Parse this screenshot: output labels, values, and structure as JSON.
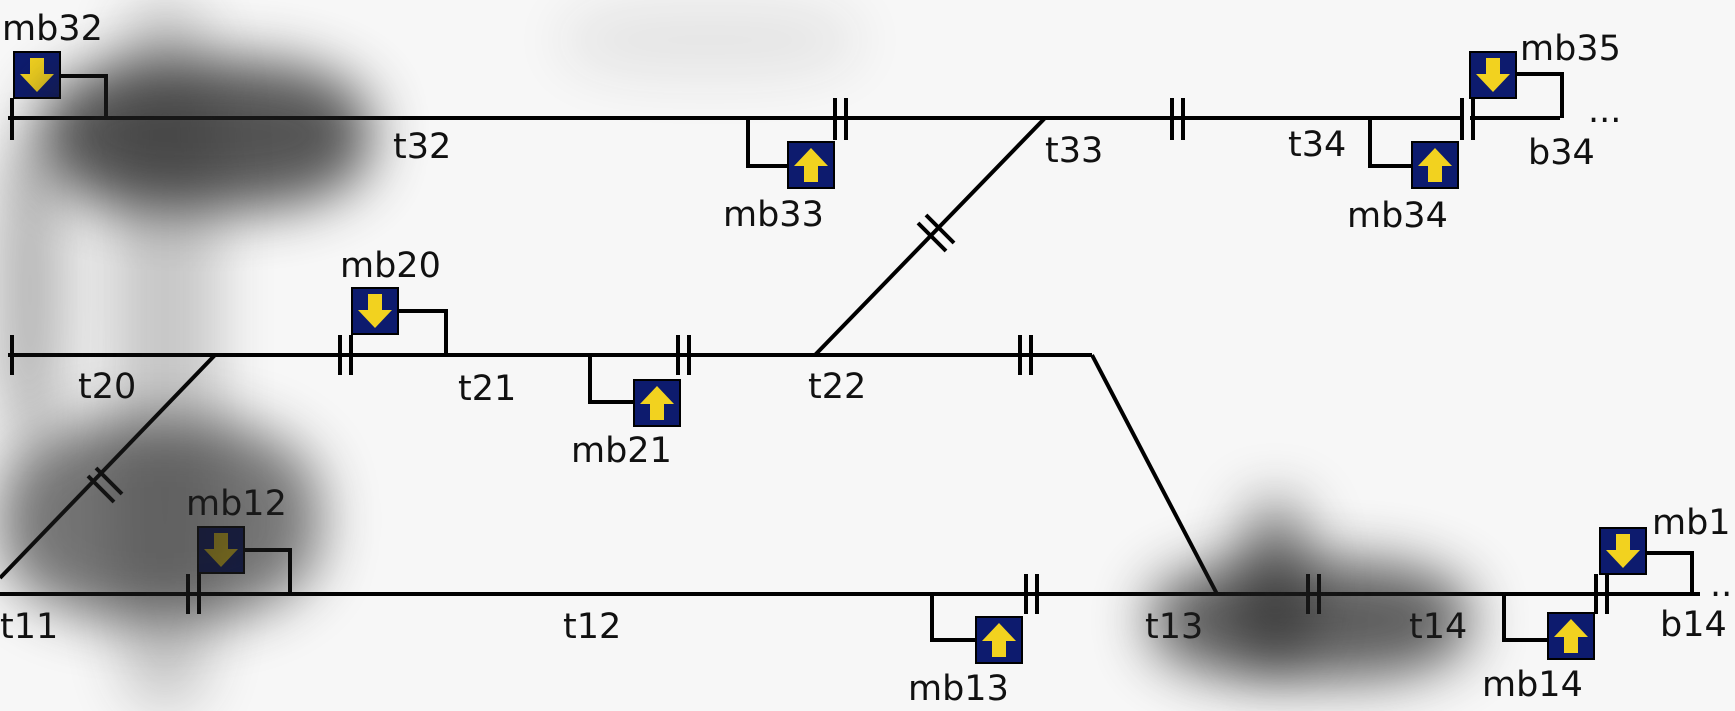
{
  "diagram": {
    "track_labels": {
      "t32": "t32",
      "t33": "t33",
      "t34": "t34",
      "b34": "b34",
      "t20": "t20",
      "t21": "t21",
      "t22": "t22",
      "t11": "t11",
      "t12": "t12",
      "t13": "t13",
      "t14": "t14",
      "b14": "b14"
    },
    "sensor_labels": {
      "mb32": "mb32",
      "mb33": "mb33",
      "mb34": "mb34",
      "mb35": "mb35",
      "mb20": "mb20",
      "mb21": "mb21",
      "mb12": "mb12",
      "mb13": "mb13",
      "mb14": "mb14",
      "mb15": "mb1"
    },
    "continuation_marks": {
      "top_right": "...",
      "bottom_right": "..."
    },
    "colors": {
      "sensor_bg": "#0d1b6e",
      "arrow": "#f2d21f",
      "track": "#000000",
      "background": "#f7f7f7"
    },
    "sensor_icons": {
      "down": "arrow-down-icon",
      "up": "arrow-up-icon"
    }
  }
}
